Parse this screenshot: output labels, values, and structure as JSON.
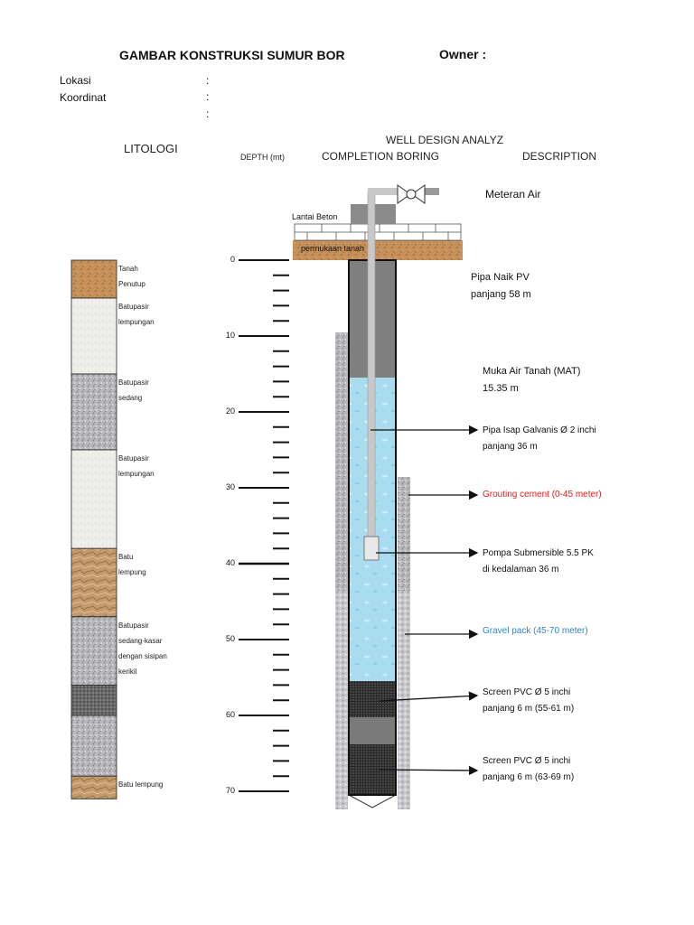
{
  "header": {
    "title": "GAMBAR KONSTRUKSI SUMUR BOR",
    "owner_label": "Owner :",
    "lokasi_label": "Lokasi",
    "koordinat_label": "Koordinat",
    "colon": ":"
  },
  "columns": {
    "litologi": "LITOLOGI",
    "well_design": "WELL DESIGN ANALYZ",
    "depth": "DEPTH (mt)",
    "completion": "COMPLETION BORING",
    "description": "DESCRIPTION"
  },
  "surface": {
    "meteran_air": "Meteran Air",
    "lantai_beton": "Lantai Beton",
    "permukaan_tanah": "permukaan tanah"
  },
  "lithology": [
    {
      "lines": [
        "Tanah",
        "Penutup"
      ],
      "from": 0,
      "to": 5,
      "pattern": "soil"
    },
    {
      "lines": [
        "Batupasir",
        "lempungan"
      ],
      "from": 5,
      "to": 15,
      "pattern": "light"
    },
    {
      "lines": [
        "Batupasir",
        "sedang"
      ],
      "from": 15,
      "to": 25,
      "pattern": "gray"
    },
    {
      "lines": [
        "Batupasir",
        "lempungan"
      ],
      "from": 25,
      "to": 38,
      "pattern": "light"
    },
    {
      "lines": [
        "Batu",
        "lempung"
      ],
      "from": 38,
      "to": 47,
      "pattern": "clay"
    },
    {
      "lines": [
        "Batupasir",
        "sedang-kasar",
        "dengan sisipan",
        "kerikil"
      ],
      "from": 47,
      "to": 56,
      "pattern": "gray"
    },
    {
      "lines": [],
      "from": 56,
      "to": 60,
      "pattern": "dark"
    },
    {
      "lines": [],
      "from": 60,
      "to": 68,
      "pattern": "gray"
    },
    {
      "lines": [
        "Batu lempung"
      ],
      "from": 68,
      "to": 71,
      "pattern": "clay"
    }
  ],
  "depth_scale": {
    "min": 0,
    "max": 70,
    "labels": [
      "0",
      "10",
      "20",
      "30",
      "40",
      "50",
      "60",
      "70"
    ]
  },
  "descriptions": {
    "pipa_naik": [
      "Pipa Naik PV",
      "panjang 58 m"
    ],
    "mat": [
      "Muka Air Tanah (MAT)",
      "15.35 m"
    ],
    "pipa_isap": [
      "Pipa Isap Galvanis Ø 2 inchi",
      "panjang 36 m"
    ],
    "grouting": "Grouting cement (0-45 meter)",
    "pompa": [
      "Pompa Submersible 5.5 PK",
      "di kedalaman 36 m"
    ],
    "gravel": "Gravel pack (45-70 meter)",
    "screen1": [
      "Screen PVC Ø 5 inchi",
      "panjang 6 m (55-61 m)"
    ],
    "screen2": [
      "Screen PVC Ø 5 inchi",
      "panjang 6 m (63-69 m)"
    ]
  },
  "well": {
    "water_level_m": 15.35,
    "pump_depth_m": 36,
    "grouting_m": [
      0,
      45
    ],
    "gravel_m": [
      45,
      70
    ],
    "screens_m": [
      [
        55,
        61
      ],
      [
        63,
        69
      ]
    ]
  },
  "colors": {
    "grouting_text": "#e0201b",
    "gravel_text": "#2f86c8",
    "water": "#a9dcee",
    "casing": "#808080",
    "soil": "#c58f5a"
  }
}
